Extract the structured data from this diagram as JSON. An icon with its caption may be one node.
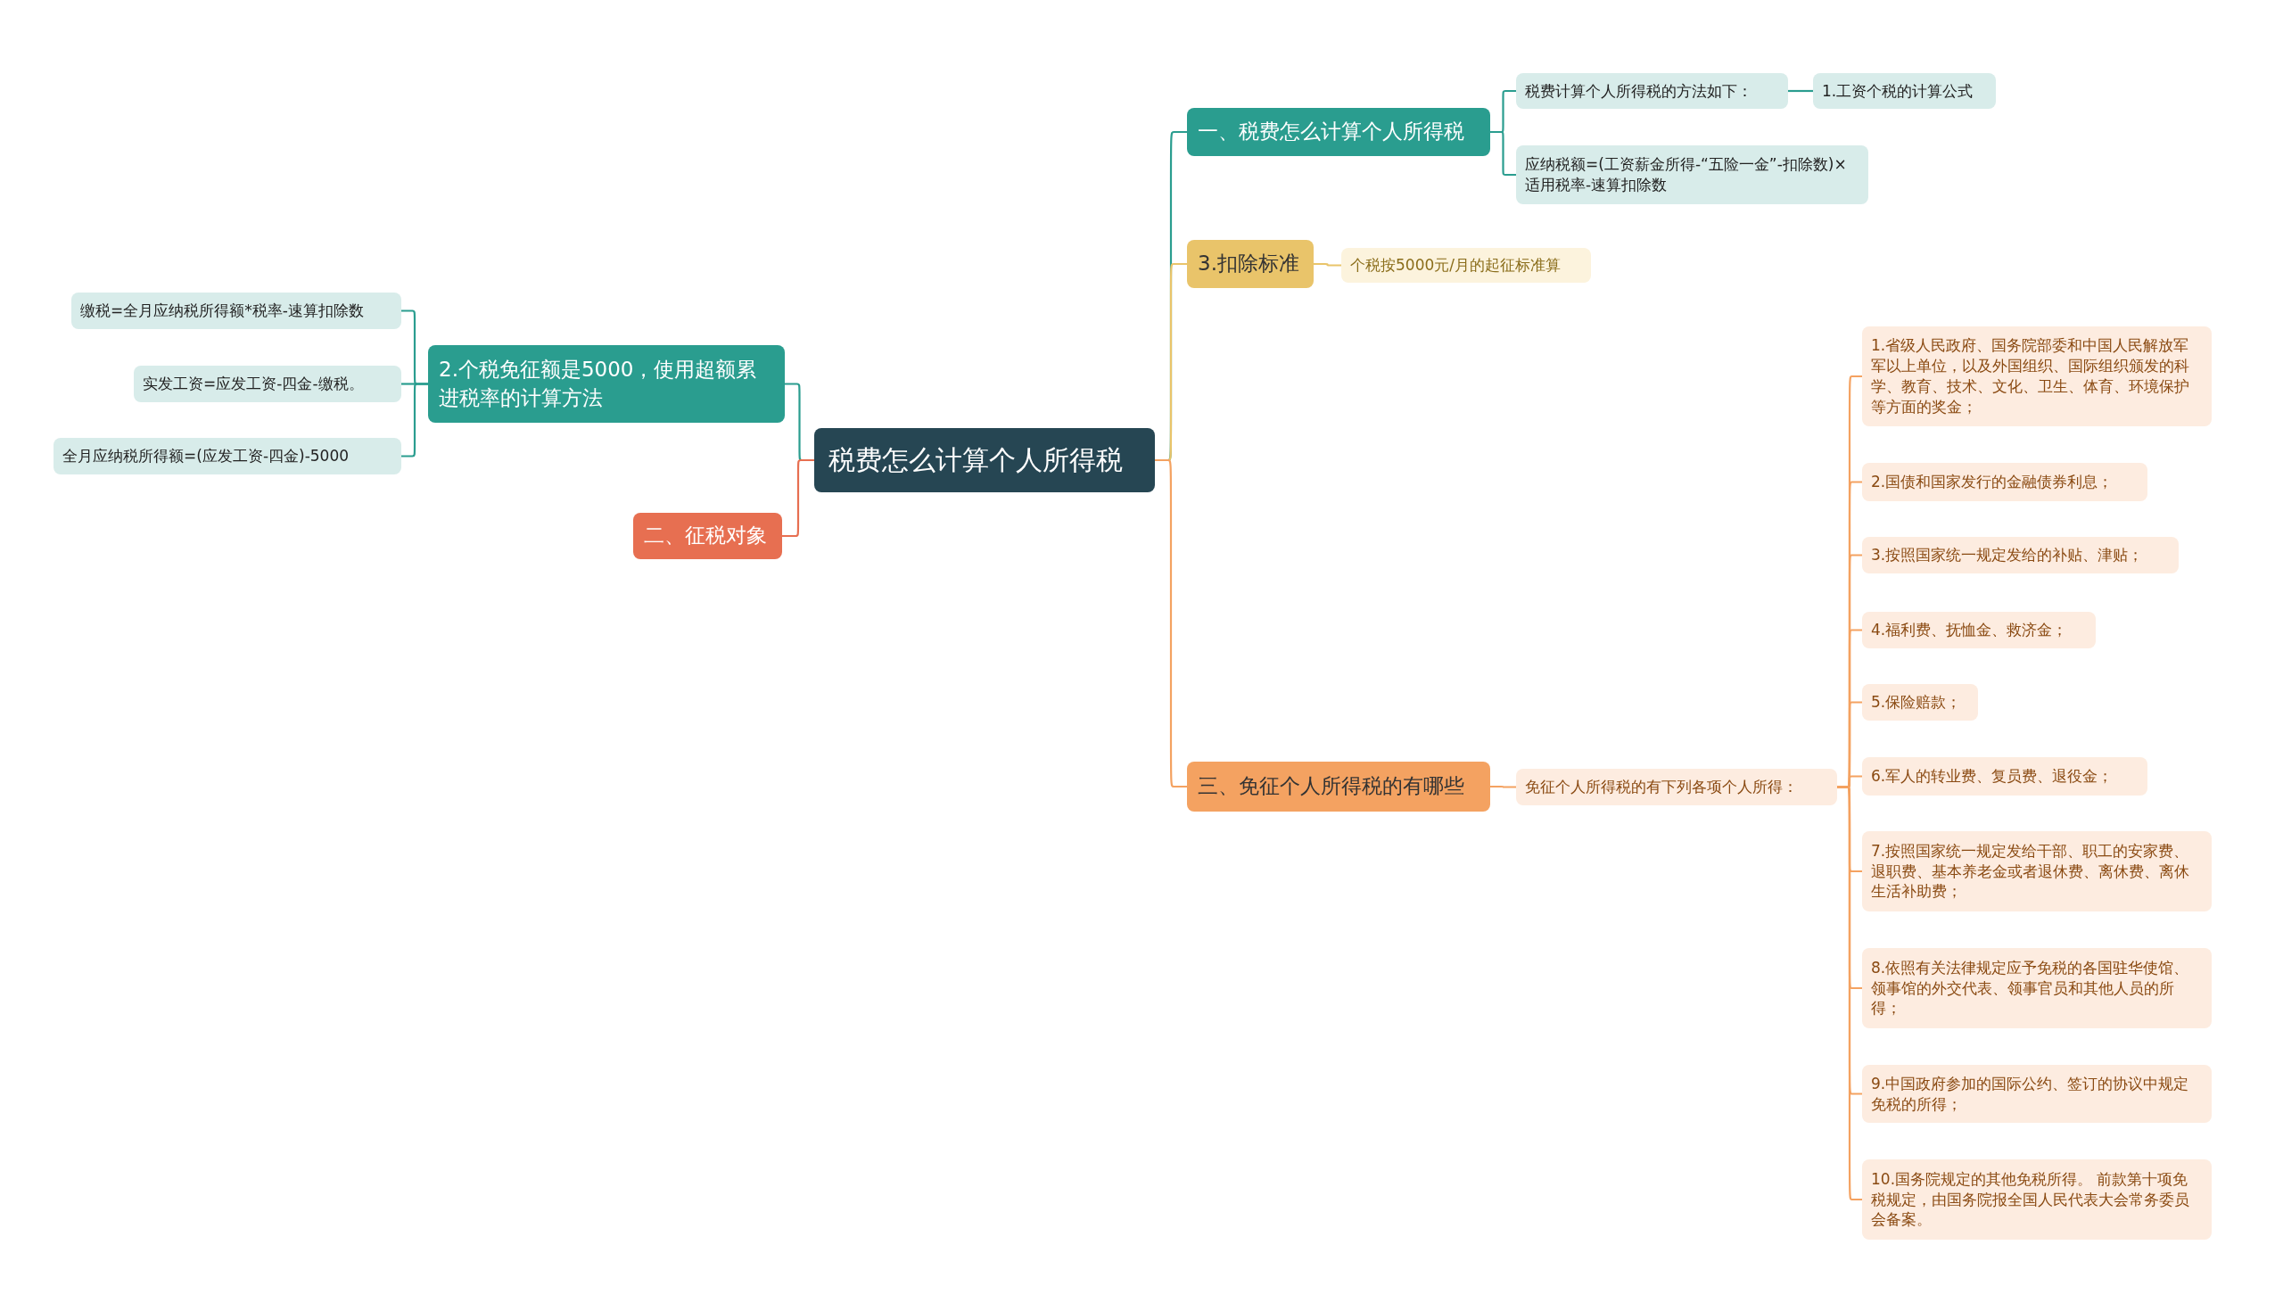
{
  "diagram": {
    "nodes": [
      {
        "text": [
          "税费怎么计算个人所得税"
        ]
      },
      {
        "text": [
          "一、税费怎么计算个人所得税"
        ]
      },
      {
        "text": [
          "税费计算个人所得税的方法如下："
        ]
      },
      {
        "text": [
          "1.工资个税的计算公式"
        ]
      },
      {
        "text": [
          "应纳税额=(工资薪金所得-“五险一金”-扣除数)×适用税率-速算扣除数"
        ]
      },
      {
        "text": [
          "3.扣除标准"
        ]
      },
      {
        "text": [
          "个税按5000元/月的起征标准算"
        ]
      },
      {
        "text": [
          "三、免征个人所得税的有哪些"
        ]
      },
      {
        "text": [
          "免征个人所得税的有下列各项个人所得："
        ]
      },
      {
        "text": [
          "1.省级人民政府、国务院部委和中国人民解放军军以上单位，以及外国组织、国际组织颁发的科学、教育、技术、文化、卫生、体育、环境保护等方面的奖金；"
        ]
      },
      {
        "text": [
          "2.国债和国家发行的金融债券利息；"
        ]
      },
      {
        "text": [
          "3.按照国家统一规定发给的补贴、津贴；"
        ]
      },
      {
        "text": [
          "4.福利费、抚恤金、救济金；"
        ]
      },
      {
        "text": [
          "5.保险赔款；"
        ]
      },
      {
        "text": [
          "6.军人的转业费、复员费、退役金；"
        ]
      },
      {
        "text": [
          "7.按照国家统一规定发给干部、职工的安家费、退职费、基本养老金或者退休费、离休费、离休生活补助费；"
        ]
      },
      {
        "text": [
          "8.依照有关法律规定应予免税的各国驻华使馆、领事馆的外交代表、领事官员和其他人员的所得；"
        ]
      },
      {
        "text": [
          "9.中国政府参加的国际公约、签订的协议中规定免税的所得；"
        ]
      },
      {
        "text": [
          "10.国务院规定的其他免税所得。 前款第十项免税规定，由国务院报全国人民代表大会常务委员会备案。"
        ]
      },
      {
        "text": [
          "2.个税免征额是5000，使用超额累进税率的计算方法"
        ]
      },
      {
        "text": [
          "缴税=全月应纳税所得额*税率-速算扣除数"
        ]
      },
      {
        "text": [
          "实发工资=应发工资-四金-缴税。"
        ]
      },
      {
        "text": [
          "全月应纳税所得额=(应发工资-四金)-5000"
        ]
      },
      {
        "text": [
          "二、征税对象"
        ]
      }
    ],
    "edges": [
      {
        "from": 0,
        "to": 1,
        "arrow": "none",
        "color": "#2a9d8f"
      },
      {
        "from": 1,
        "to": 2,
        "arrow": "none",
        "color": "#2a9d8f"
      },
      {
        "from": 2,
        "to": 3,
        "arrow": "none",
        "color": "#2a9d8f"
      },
      {
        "from": 1,
        "to": 4,
        "arrow": "none",
        "color": "#2a9d8f"
      },
      {
        "from": 0,
        "to": 5,
        "arrow": "none",
        "color": "#e9c46a"
      },
      {
        "from": 5,
        "to": 6,
        "arrow": "none",
        "color": "#e9c46a"
      },
      {
        "from": 0,
        "to": 7,
        "arrow": "none"
      },
      {
        "from": 7,
        "to": 8,
        "arrow": "none"
      },
      {
        "from": 8,
        "to": 9,
        "arrow": "none"
      },
      {
        "from": 8,
        "to": 10,
        "arrow": "none"
      },
      {
        "from": 8,
        "to": 11,
        "arrow": "none"
      },
      {
        "from": 8,
        "to": 12,
        "arrow": "none"
      },
      {
        "from": 8,
        "to": 13,
        "arrow": "none"
      },
      {
        "from": 8,
        "to": 14,
        "arrow": "none"
      },
      {
        "from": 8,
        "to": 15,
        "arrow": "none"
      },
      {
        "from": 8,
        "to": 16,
        "arrow": "none"
      },
      {
        "from": 8,
        "to": 17,
        "arrow": "none"
      },
      {
        "from": 8,
        "to": 18,
        "arrow": "none"
      },
      {
        "from": 0,
        "to": 19,
        "arrow": "none",
        "color": "#2a9d8f"
      },
      {
        "from": 19,
        "to": 20,
        "arrow": "none",
        "color": "#2a9d8f"
      },
      {
        "from": 19,
        "to": 21,
        "arrow": "none",
        "color": "#2a9d8f"
      },
      {
        "from": 19,
        "to": 22,
        "arrow": "none",
        "color": "#2a9d8f"
      },
      {
        "from": 0,
        "to": 23,
        "arrow": "none",
        "color": "#e76f51"
      }
    ]
  }
}
